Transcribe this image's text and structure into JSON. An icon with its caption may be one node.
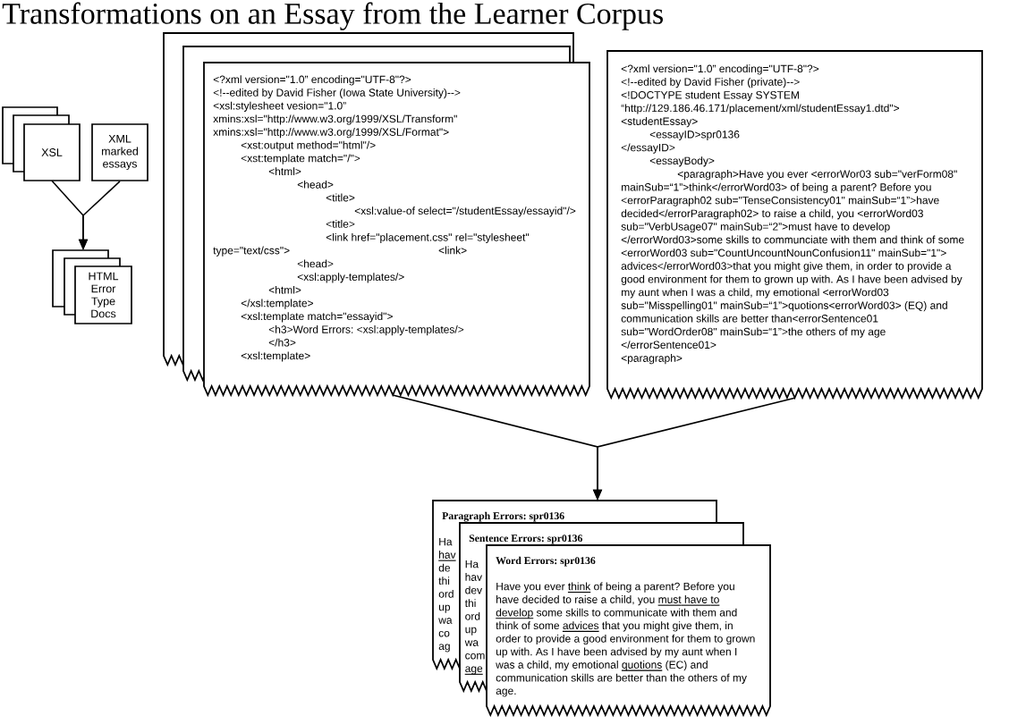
{
  "diagram": {
    "title": "Transformations on an Essay from the Learner Corpus",
    "nodes": [
      {
        "text": [
          "XSL"
        ]
      },
      {
        "text": [
          "XML marked essays"
        ]
      },
      {
        "text": [
          "HTML Error Type Docs"
        ]
      },
      {
        "text": [
          "<?xml version=\"1.0” encoding=\"UTF-8\"?>",
          "<!--edited by David Fisher (Iowa State University)-->",
          "<xsl:stylesheet vesion=\"1.0”",
          "xmins:xsl=\"http://www.w3.org/1999/XSL/Transform\"",
          "xmins:xsl=\"http://www.w3.org/1999/XSL/Format\">",
          "<xst:output method=\"html\"/>",
          "<xst:template match=\"/\">",
          "<html>",
          "<head>",
          "<title>",
          "<xsl:value-of select=\"/studentEssay/essayid\"/>",
          "<title>",
          "<link href=\"placement.css\" rel=\"stylesheet\" type=\"text/css\"> <link>",
          "<head>",
          "<xsl:apply-templates/>",
          "<html>",
          "</xsl:template>",
          "<xsl:template match=\"essayid\">",
          "<h3>Word Errors: <xsl:apply-templates/>",
          "</h3>",
          "<xsl:template>"
        ]
      },
      {
        "text": [
          "<?xml version=\"1.0” encoding=\"UTF-8\"?>",
          "<!--edited by David Fisher (private)-->",
          "<!DOCTYPE student Essay SYSTEM",
          "“http://129.186.46.171/placement/xml/studentEssay1.dtd\">",
          "<studentEssay>",
          "<essayID>spr0136",
          "</essayID>",
          "<essayBody>",
          "<paragraph>Have you ever <errorWor03 sub=\"verForm08\" mainSub=“1”>think</errorWord03> of being a parent? Before you <errorParagraph02 sub=\"TenseConsistency01\" mainSub=“1”>have decided</errorParagraph02> to raise a child, you <errorWord03 sub=\"VerbUsage07\" mainSub=“2”>must have to develop </errorWord03>some skills to communciate with them and think of some <errorWord03 sub=\"CountUncountNounConfusion11\" mainSub=\"1\"> advices</errorWord03>that you might give them, in order to provide a good environment for them to grown up with. As I have been advised by my aunt when I was a child, my emotional <errorWord03 sub=\"Misspelling01\" mainSub=“1”>quotions<errorWord03> (EQ) and communication skills are better than<errorSentence01 sub=\"WordOrder08\" mainSub=“1”>the others of my age </errorSentence01>",
          "<paragraph>"
        ]
      },
      {
        "text": [
          "Paragraph Errors: spr0136",
          "Ha hav de thi ord up wa co ag",
          "Sentence Errors: spr0136",
          "Ha hav dev thi ord up wa com age",
          "Word Errors: spr0136",
          "Have you ever think of being a parent? Before you have decided to raise a child, you must have to develop some skills to communicate with them and think of some advices that you might give them, in order to provide a good environment for them to grown up with. As I have been advised by my aunt when I was a child, my emotional quotions (EC) and communication skills are better than the others of my age."
        ]
      }
    ],
    "edges": [
      {
        "from": 0,
        "to": 2,
        "arrow": "to"
      },
      {
        "from": 1,
        "to": 2,
        "arrow": "to"
      },
      {
        "from": 3,
        "to": 5,
        "arrow": "to"
      },
      {
        "from": 4,
        "to": 5,
        "arrow": "to"
      }
    ]
  }
}
